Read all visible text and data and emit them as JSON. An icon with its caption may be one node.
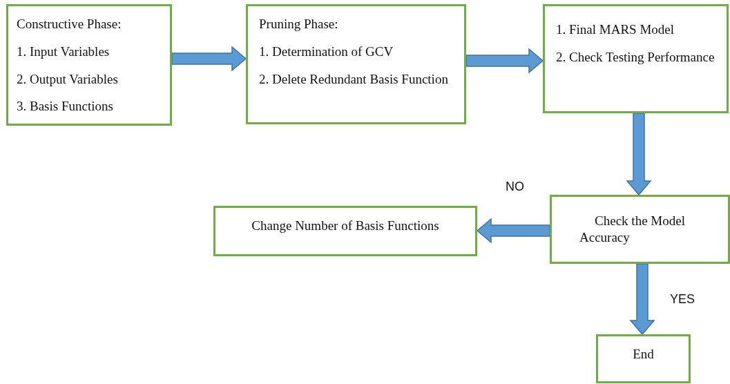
{
  "diagram": {
    "nodes": [
      {
        "text": [
          "Constructive Phase:",
          "1. Input Variables",
          "2. Output Variables",
          "3. Basis Functions"
        ]
      },
      {
        "text": [
          "Pruning Phase:",
          "1. Determination of GCV",
          "2. Delete Redundant Basis Function"
        ]
      },
      {
        "text": [
          "1. Final MARS Model",
          "2. Check Testing Performance"
        ]
      },
      {
        "text": [
          "Check the Model Accuracy"
        ]
      },
      {
        "text": [
          "Change Number of Basis Functions"
        ]
      },
      {
        "text": [
          "End"
        ]
      }
    ],
    "edges": [
      {
        "from": 0,
        "to": 1,
        "arrow": "to"
      },
      {
        "from": 1,
        "to": 2,
        "arrow": "to"
      },
      {
        "from": 2,
        "to": 3,
        "arrow": "to"
      },
      {
        "from": 3,
        "to": 4,
        "arrow": "to",
        "label": "NO"
      },
      {
        "from": 3,
        "to": 5,
        "arrow": "to",
        "label": "YES"
      }
    ]
  }
}
